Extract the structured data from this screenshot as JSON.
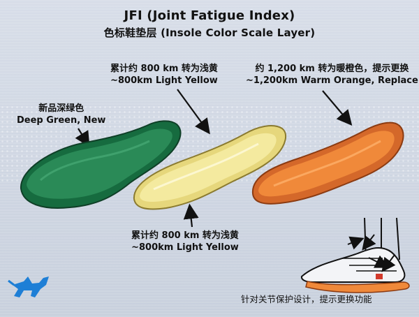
{
  "title": {
    "line1": "JFI (Joint Fatigue Index)",
    "line2": "色标鞋垫层 (Insole Color Scale Layer)"
  },
  "insoles": [
    {
      "name": "green",
      "label_zh": "新品深绿色",
      "label_en": "Deep Green, New",
      "color": "#1f7a4b"
    },
    {
      "name": "yellow",
      "label_zh": "累计约 800 km 转为浅黄",
      "label_en": "~800km Light Yellow",
      "color": "#f2e79a"
    },
    {
      "name": "orange",
      "label_zh": "约 1,200 km 转为暖橙色，提示更换",
      "label_en": "~1,200km Warm Orange, Replace",
      "color": "#f08a3a"
    }
  ],
  "bottom_label": {
    "zh": "累计约 800 km 转为浅黄",
    "en": "~800km Light Yellow"
  },
  "footer_note": "针对关节保护设计，提示更换功能",
  "icons": {
    "logo": "running-cat-icon",
    "shoe": "shoe-replace-icon"
  },
  "colors": {
    "green": "#1f7a4b",
    "yellow": "#f2e79a",
    "orange": "#f08a3a",
    "logo_blue": "#1e7fd6"
  }
}
